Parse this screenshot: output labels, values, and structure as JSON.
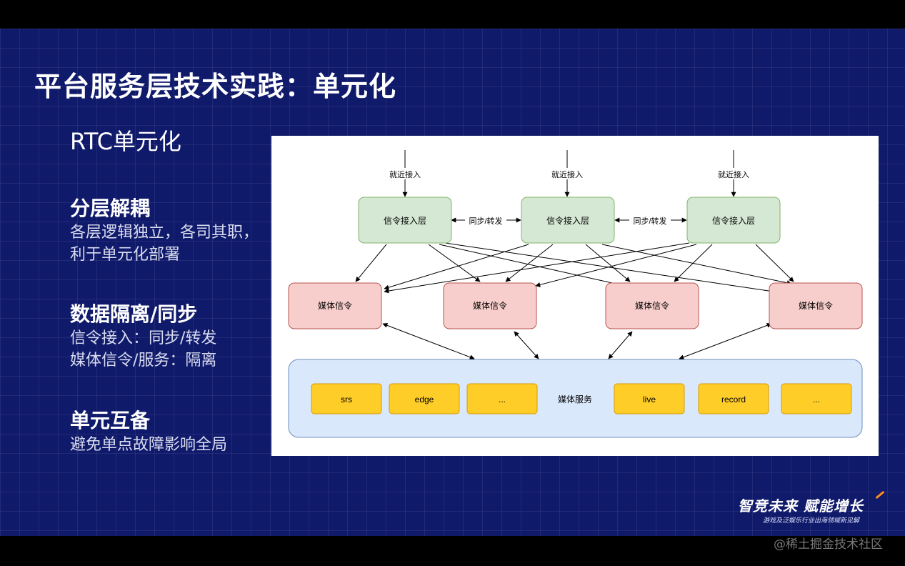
{
  "slide": {
    "title": "平台服务层技术实践：单元化",
    "subtitle": "RTC单元化",
    "sections": [
      {
        "heading": "分层解耦",
        "text": "各层逻辑独立，各司其职，利于单元化部署"
      },
      {
        "heading": "数据隔离/同步",
        "text_lines": [
          "信令接入：同步/转发",
          "媒体信令/服务：隔离"
        ]
      },
      {
        "heading": "单元互备",
        "text": "避免单点故障影响全局"
      }
    ]
  },
  "diagram": {
    "nearby_access_label": "就近接入",
    "signal_layer_label": "信令接入层",
    "sync_label": "同步/转发",
    "media_signal_label": "媒体信令",
    "media_service_label": "媒体服务",
    "services": [
      "srs",
      "edge",
      "...",
      "live",
      "record",
      "..."
    ],
    "colors": {
      "signal_fill": "#d5e8d4",
      "signal_stroke": "#82b366",
      "media_fill": "#f8cecc",
      "media_stroke": "#b85450",
      "service_fill": "#dae8fc",
      "service_stroke": "#6c8ebf",
      "item_fill": "#ffcd28",
      "item_stroke": "#d79b00"
    }
  },
  "branding": {
    "main": "智竞未来 赋能增长",
    "sub": "游戏及泛娱乐行业出海领域新见解",
    "watermark": "@稀土掘金技术社区"
  }
}
